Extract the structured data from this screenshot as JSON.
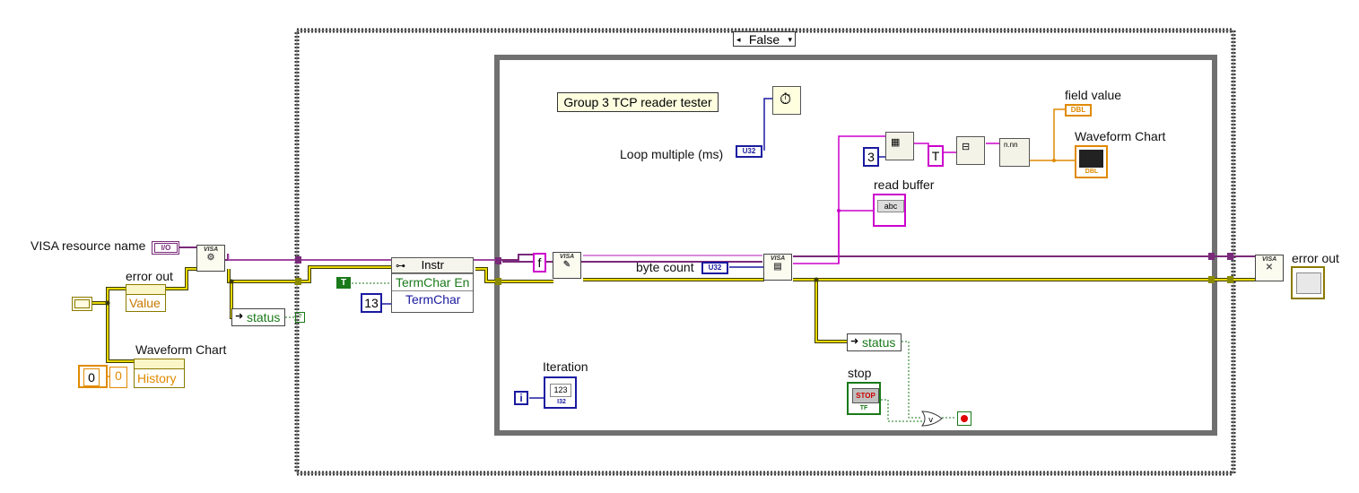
{
  "case_structure": {
    "selector_value": "False"
  },
  "comment": "Group 3 TCP reader tester",
  "labels": {
    "visa_resource": "VISA resource name",
    "error_out_left": "error out",
    "waveform_chart_left": "Waveform Chart",
    "loop_multiple": "Loop multiple (ms)",
    "byte_count": "byte count",
    "read_buffer": "read buffer",
    "field_value": "field value",
    "waveform_chart_right": "Waveform Chart",
    "error_out_right": "error out",
    "iteration": "Iteration",
    "stop": "stop"
  },
  "property_nodes": {
    "error_out_value": {
      "field": "Value"
    },
    "chart_history": {
      "field": "History"
    },
    "error_status_left": {
      "field": "status"
    },
    "error_status_inner": {
      "field": "status"
    },
    "visa_instr": {
      "header": "Instr",
      "fields": [
        "TermChar En",
        "TermChar"
      ]
    }
  },
  "constants": {
    "true_bool": "T",
    "termchar": "13",
    "zero_outer": "0",
    "zero_inner": "0",
    "format_f": "f",
    "three": "3",
    "true_t": "T",
    "iteration_i": "i"
  },
  "type_tags": {
    "io": "I/O",
    "u32_loop": "U32",
    "u32_byte": "U32",
    "dbl_field": "DBL",
    "dbl_chart": "DBL",
    "i32": "I32",
    "tf": "TF",
    "abc": "abc",
    "num": "123"
  },
  "functions": {
    "visa_config": "VISA",
    "visa_write": "VISA",
    "visa_read": "VISA",
    "visa_close": "VISA"
  },
  "stop_button": {
    "text": "STOP"
  },
  "colors": {
    "string_wire": "#cc00cc",
    "visa_wire": "#7a2a7a",
    "error_wire": "#c8b400",
    "bool_wire": "#1a7a1a",
    "dbl_wire": "#e08a00",
    "int_wire": "#1a1aa0"
  }
}
